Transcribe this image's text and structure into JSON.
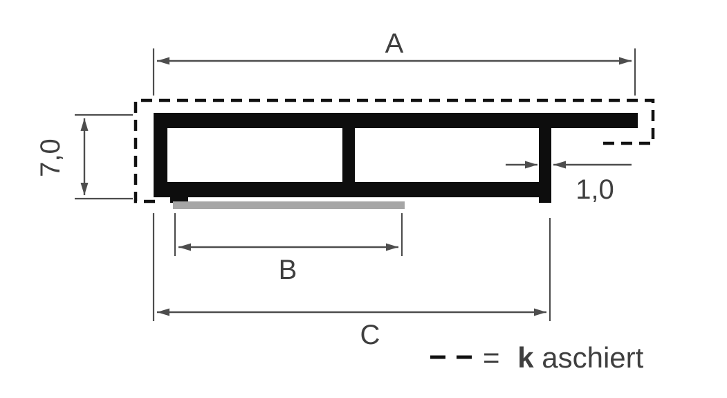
{
  "diagram": {
    "labels": {
      "dim_a": "A",
      "dim_b": "B",
      "dim_c": "C",
      "height": "7,0",
      "wall_thickness": "1,0"
    },
    "legend": {
      "full_text": "= kaschiert",
      "equals": "=",
      "bold_part": "k",
      "rest": "aschiert"
    },
    "colors": {
      "profile": "#0d0d0d",
      "laminate_bar": "#a6a6a6",
      "dimension": "#4d4d4d",
      "label": "#3f3f3f",
      "dashed": "#111111",
      "background": "#ffffff"
    }
  }
}
